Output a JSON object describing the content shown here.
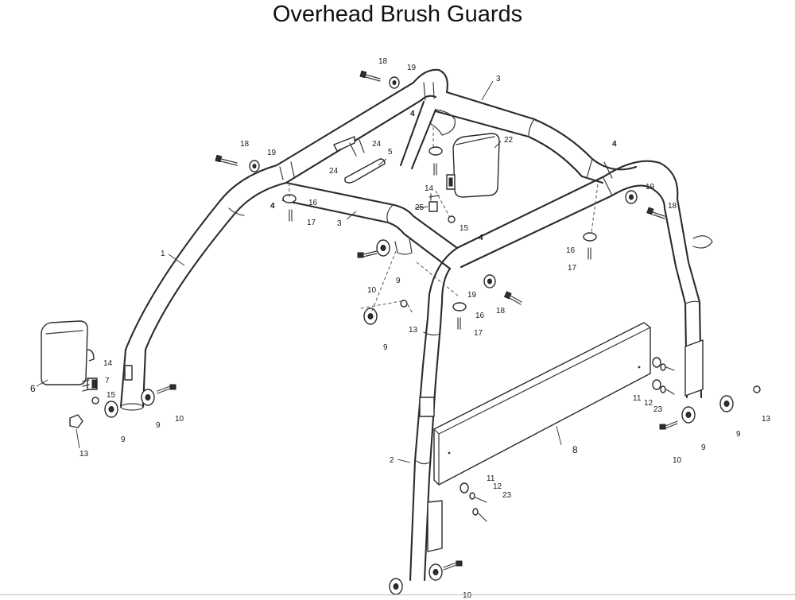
{
  "title": "Overhead Brush Guards",
  "callouts": [
    {
      "id": "c1",
      "text": "1"
    },
    {
      "id": "c2",
      "text": "2"
    },
    {
      "id": "c3a",
      "text": "3"
    },
    {
      "id": "c3b",
      "text": "3"
    },
    {
      "id": "c4a",
      "text": "4"
    },
    {
      "id": "c4b",
      "text": "4"
    },
    {
      "id": "c4c",
      "text": "4"
    },
    {
      "id": "c4d",
      "text": "4"
    },
    {
      "id": "c5",
      "text": "5"
    },
    {
      "id": "c6",
      "text": "6"
    },
    {
      "id": "c7",
      "text": "7"
    },
    {
      "id": "c8",
      "text": "8"
    },
    {
      "id": "c9a",
      "text": "9"
    },
    {
      "id": "c9b",
      "text": "9"
    },
    {
      "id": "c9c",
      "text": "9"
    },
    {
      "id": "c9d",
      "text": "9"
    },
    {
      "id": "c9e",
      "text": "9"
    },
    {
      "id": "c9f",
      "text": "9"
    },
    {
      "id": "c10a",
      "text": "10"
    },
    {
      "id": "c10b",
      "text": "10"
    },
    {
      "id": "c10c",
      "text": "10"
    },
    {
      "id": "c10d",
      "text": "10"
    },
    {
      "id": "c11a",
      "text": "11"
    },
    {
      "id": "c11b",
      "text": "11"
    },
    {
      "id": "c12a",
      "text": "12"
    },
    {
      "id": "c12b",
      "text": "12"
    },
    {
      "id": "c13a",
      "text": "13"
    },
    {
      "id": "c13b",
      "text": "13"
    },
    {
      "id": "c13c",
      "text": "13"
    },
    {
      "id": "c14a",
      "text": "14"
    },
    {
      "id": "c14b",
      "text": "14"
    },
    {
      "id": "c15a",
      "text": "15"
    },
    {
      "id": "c15b",
      "text": "15"
    },
    {
      "id": "c16a",
      "text": "16"
    },
    {
      "id": "c16b",
      "text": "16"
    },
    {
      "id": "c16c",
      "text": "16"
    },
    {
      "id": "c17a",
      "text": "17"
    },
    {
      "id": "c17b",
      "text": "17"
    },
    {
      "id": "c17c",
      "text": "17"
    },
    {
      "id": "c18a",
      "text": "18"
    },
    {
      "id": "c18b",
      "text": "18"
    },
    {
      "id": "c18c",
      "text": "18"
    },
    {
      "id": "c18d",
      "text": "18"
    },
    {
      "id": "c19a",
      "text": "19"
    },
    {
      "id": "c19b",
      "text": "19"
    },
    {
      "id": "c19c",
      "text": "19"
    },
    {
      "id": "c19d",
      "text": "19"
    },
    {
      "id": "c22",
      "text": "22"
    },
    {
      "id": "c23a",
      "text": "23"
    },
    {
      "id": "c23b",
      "text": "23"
    },
    {
      "id": "c24a",
      "text": "24"
    },
    {
      "id": "c24b",
      "text": "24"
    },
    {
      "id": "c25",
      "text": "25"
    }
  ]
}
